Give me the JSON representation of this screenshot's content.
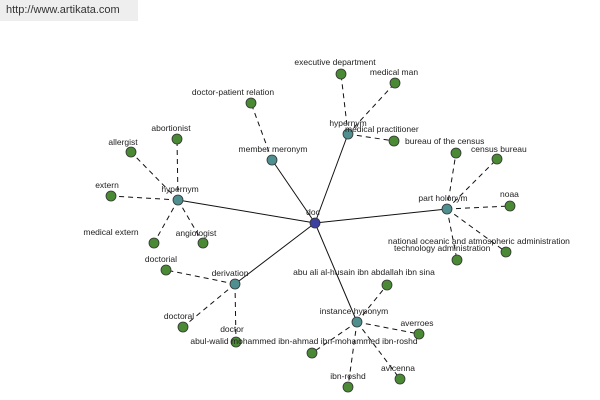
{
  "source_url": "http://www.artikata.com",
  "colors": {
    "center_node": "#3b3f9e",
    "relation_node": "#4f8f8f",
    "leaf_node": "#4a8a34",
    "node_stroke": "#333333",
    "edge": "#111111"
  },
  "graph": {
    "center": {
      "id": "doc",
      "label": "doc"
    },
    "relations": [
      {
        "id": "hypernym_left",
        "label": "hypernym"
      },
      {
        "id": "member_meronym",
        "label": "member meronym"
      },
      {
        "id": "hypernym_top",
        "label": "hypernym"
      },
      {
        "id": "part_holonym",
        "label": "part holonym"
      },
      {
        "id": "derivation",
        "label": "derivation"
      },
      {
        "id": "instance_hyponym",
        "label": "instance hyponym"
      }
    ],
    "leaves": [
      {
        "id": "allergist",
        "label": "allergist",
        "parent": "hypernym_left"
      },
      {
        "id": "abortionist",
        "label": "abortionist",
        "parent": "hypernym_left"
      },
      {
        "id": "extern",
        "label": "extern",
        "parent": "hypernym_left"
      },
      {
        "id": "medical_extern",
        "label": "medical extern",
        "parent": "hypernym_left"
      },
      {
        "id": "angiologist",
        "label": "angiologist",
        "parent": "hypernym_left"
      },
      {
        "id": "doctor_patient_relation",
        "label": "doctor-patient relation",
        "parent": "member_meronym"
      },
      {
        "id": "executive_department",
        "label": "executive department",
        "parent": "hypernym_top"
      },
      {
        "id": "medical_man",
        "label": "medical man",
        "parent": "hypernym_top"
      },
      {
        "id": "medical_practitioner",
        "label": "medical practitioner",
        "parent": "hypernym_top"
      },
      {
        "id": "bureau_of_the_census",
        "label": "bureau of the census",
        "parent": "part_holonym"
      },
      {
        "id": "census_bureau",
        "label": "census bureau",
        "parent": "part_holonym"
      },
      {
        "id": "noaa",
        "label": "noaa",
        "parent": "part_holonym"
      },
      {
        "id": "noaa_full",
        "label": "national oceanic and atmospheric administration",
        "parent": "part_holonym"
      },
      {
        "id": "technology_administration",
        "label": "technology administration",
        "parent": "part_holonym"
      },
      {
        "id": "doctorial",
        "label": "doctorial",
        "parent": "derivation"
      },
      {
        "id": "doctoral",
        "label": "doctoral",
        "parent": "derivation"
      },
      {
        "id": "doctor",
        "label": "doctor",
        "parent": "derivation"
      },
      {
        "id": "avicenna_full",
        "label": "abu ali al-husain ibn abdallah ibn sina",
        "parent": "instance_hyponym"
      },
      {
        "id": "averroes",
        "label": "averroes",
        "parent": "instance_hyponym"
      },
      {
        "id": "averroes_full",
        "label": "abul-walid mohammed ibn-ahmad ibn-mohammed ibn-roshd",
        "parent": "instance_hyponym"
      },
      {
        "id": "avicenna",
        "label": "avicenna",
        "parent": "instance_hyponym"
      },
      {
        "id": "ibn_roshd",
        "label": "ibn-roshd",
        "parent": "instance_hyponym"
      }
    ]
  }
}
